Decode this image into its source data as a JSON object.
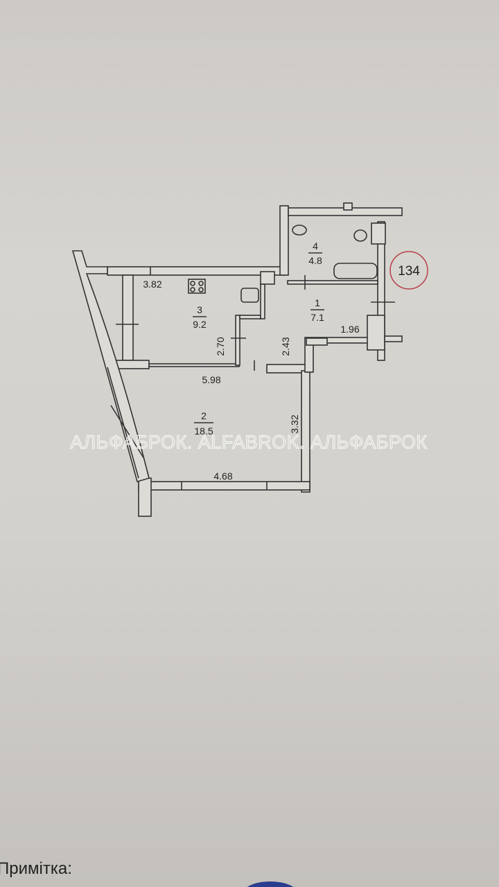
{
  "plan": {
    "unit_number": "134",
    "watermark": "АЛЬФАБРОК. ALFABROK. АЛЬФАБРОК",
    "rooms": [
      {
        "number": "1",
        "area": "7.1"
      },
      {
        "number": "2",
        "area": "18.5"
      },
      {
        "number": "3",
        "area": "9.2"
      },
      {
        "number": "4",
        "area": "4.8"
      }
    ],
    "dimensions": {
      "kitchen_width": "3.82",
      "kitchen_depth": "2.70",
      "hall_depth": "2.43",
      "hall_width": "1.96",
      "room_top": "5.98",
      "room_side": "3.32",
      "room_bottom": "4.68"
    },
    "colors": {
      "badge": "#b5424a",
      "bottom_mark": "#2a3d8f"
    }
  },
  "footer": {
    "note_label": "Примітка:"
  }
}
